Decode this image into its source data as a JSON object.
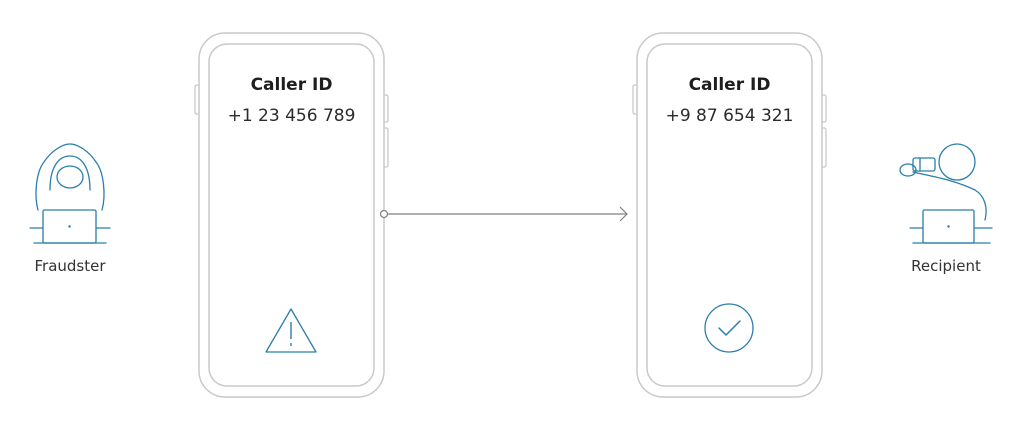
{
  "colors": {
    "phone_outline": "#c9c9c9",
    "accent_blue": "#2a7fa8",
    "arrow": "#808080",
    "text": "#2b2b2b"
  },
  "left_person": {
    "label": "Fraudster",
    "icon": "hooded-hacker-laptop-icon"
  },
  "right_person": {
    "label": "Recipient",
    "icon": "person-on-phone-laptop-icon"
  },
  "left_phone": {
    "caller_title": "Caller ID",
    "caller_number": "+1 23 456 789",
    "status_icon": "warning-triangle-icon"
  },
  "right_phone": {
    "caller_title": "Caller ID",
    "caller_number": "+9 87 654 321",
    "status_icon": "check-circle-icon"
  },
  "connector": {
    "icon": "arrow-right-icon"
  }
}
